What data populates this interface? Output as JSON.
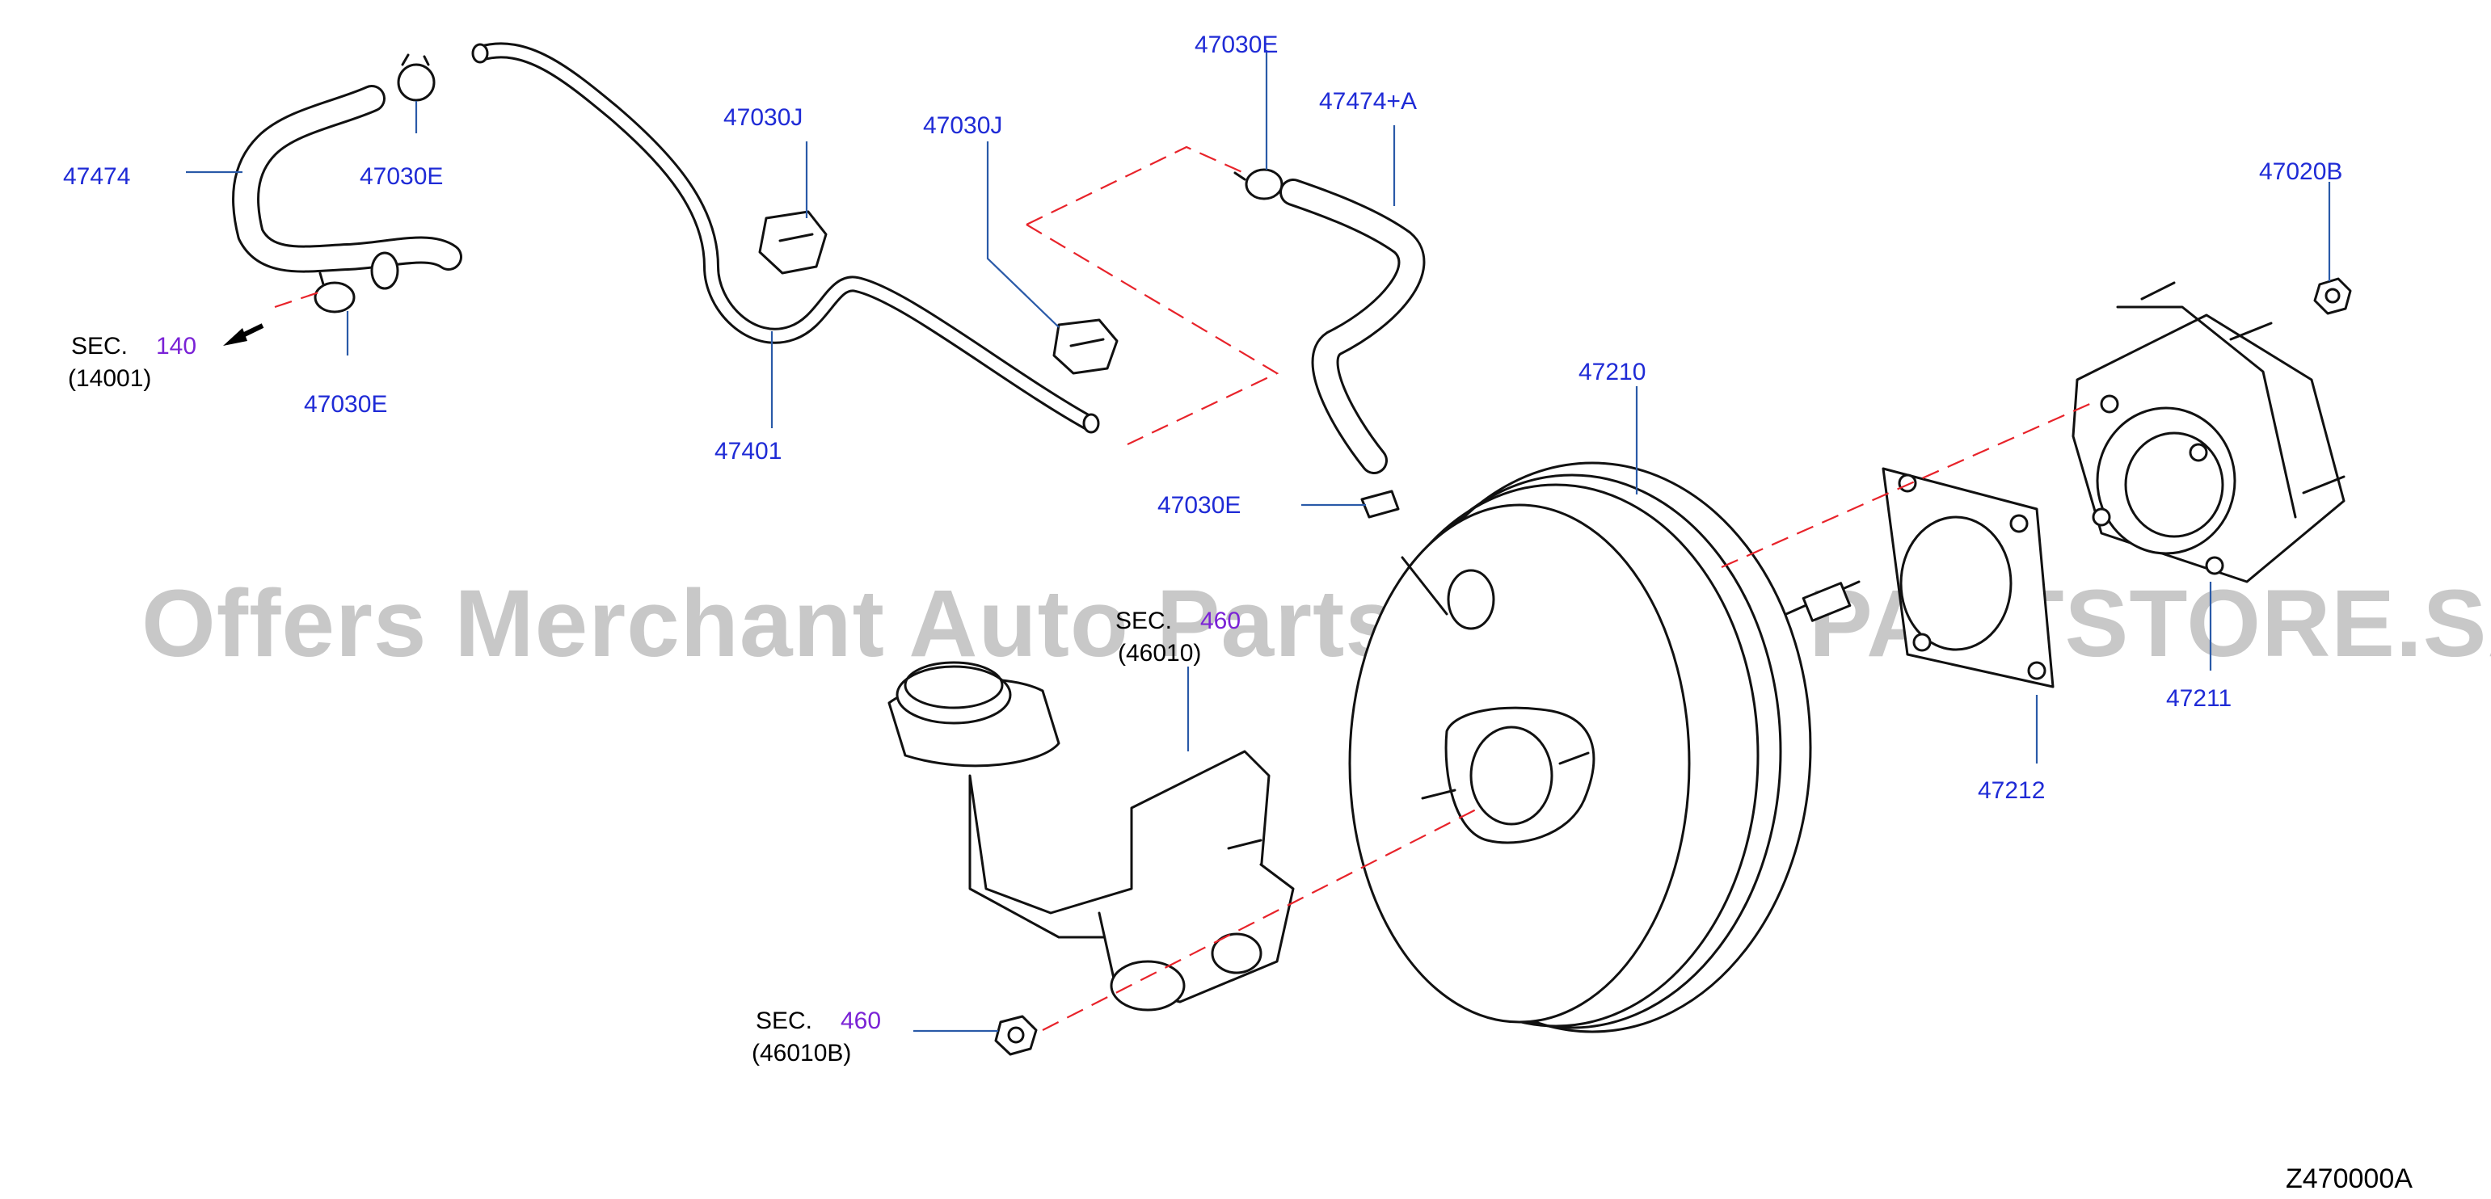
{
  "diagram": {
    "watermark": "Offers Merchant Auto Parts Catalog PARTSTORE.SA",
    "figure_code": "Z470000A",
    "callouts": {
      "p47474": "47474",
      "p47030E_top": "47030E",
      "p47030E_left_bottom": "47030E",
      "p47030J_left": "47030J",
      "p47030J_right": "47030J",
      "p47030E_upper": "47030E",
      "p47474A": "47474+A",
      "p47401": "47401",
      "p47030E_mid": "47030E",
      "p47210": "47210",
      "p47020B": "47020B",
      "p47211": "47211",
      "p47212": "47212"
    },
    "section_refs": [
      {
        "prefix": "SEC.",
        "number": "140",
        "sub": "(14001)"
      },
      {
        "prefix": "SEC.",
        "number": "460",
        "sub": "(46010)"
      },
      {
        "prefix": "SEC.",
        "number": "460",
        "sub": "(46010B)"
      }
    ]
  }
}
